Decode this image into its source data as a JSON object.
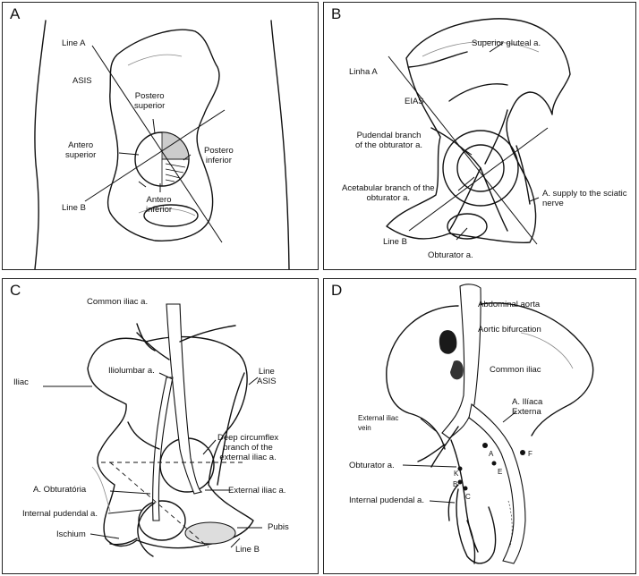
{
  "panels": {
    "a": {
      "letter": "A",
      "labels": {
        "line_a": "Line A",
        "asis": "ASIS",
        "postero_superior_1": "Postero",
        "postero_superior_2": "superior",
        "antero_superior_1": "Antero",
        "antero_superior_2": "superior",
        "postero_inferior_1": "Postero",
        "postero_inferior_2": "inferior",
        "line_b": "Line B",
        "antero_inferior_1": "Antero",
        "antero_inferior_2": "inferior"
      }
    },
    "b": {
      "letter": "B",
      "labels": {
        "superior_gluteal": "Superior gluteal a.",
        "linha_a": "Linha A",
        "eias": "EIAS",
        "pudendal_1": "Pudendal branch",
        "pudendal_2": "of the obturator a.",
        "acetabular_1": "Acetabular branch of the",
        "acetabular_2": "obturator a.",
        "sciatic_1": "A. supply to the sciatic",
        "sciatic_2": "nerve",
        "line_b": "Line B",
        "obturator": "Obturator a."
      }
    },
    "c": {
      "letter": "C",
      "labels": {
        "common_iliac": "Common iliac a.",
        "iliac": "Iliac",
        "iliolumbar": "Iliolumbar a.",
        "line_asis_1": "Line",
        "line_asis_2": "ASIS",
        "deep_circ_1": "Deep circumflex",
        "deep_circ_2": "branch of the",
        "deep_circ_3": "external iliac a.",
        "a_obturatoria": "A. Obturatória",
        "external_iliac": "External iliac a.",
        "internal_pudendal": "Internal pudendal a.",
        "pubis": "Pubis",
        "ischium": "Ischium",
        "line_b": "Line B"
      }
    },
    "d": {
      "letter": "D",
      "labels": {
        "abdominal_aorta": "Abdominal aorta",
        "aortic_bifurcation": "Aortic bifurcation",
        "common_iliac": "Common iliac",
        "a_iliaca_1": "A. Ilíaca",
        "a_iliaca_2": "Externa",
        "ext_iliac_vein_1": "External iliac",
        "ext_iliac_vein_2": "vein",
        "obturator": "Obturator a.",
        "internal_pudendal": "Internal pudendal a.",
        "pt_a": "A",
        "pt_f": "F",
        "pt_e": "E",
        "pt_k": "K",
        "pt_b": "B",
        "pt_c": "C"
      }
    }
  }
}
